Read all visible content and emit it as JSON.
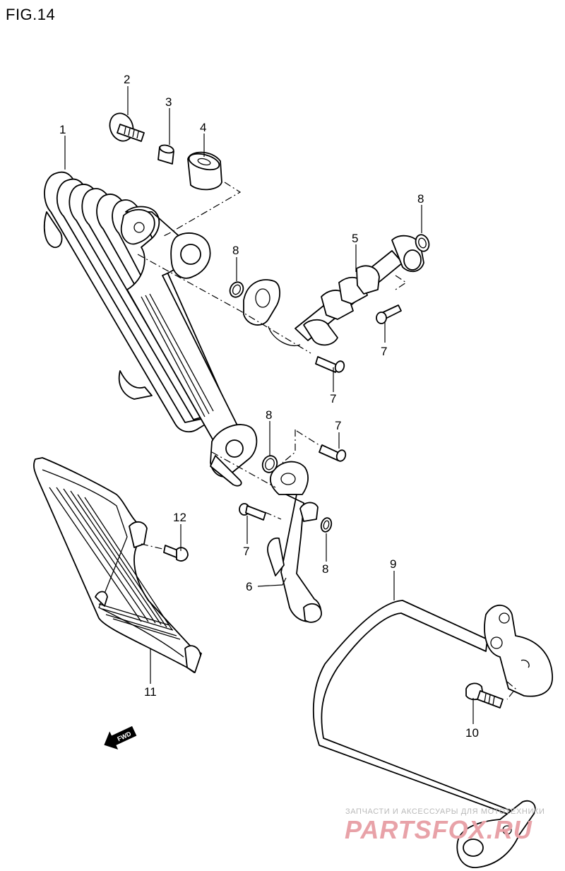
{
  "figure": {
    "title": "FIG.14"
  },
  "callouts": [
    {
      "key": "c1",
      "text": "1"
    },
    {
      "key": "c2",
      "text": "2"
    },
    {
      "key": "c3",
      "text": "3"
    },
    {
      "key": "c4",
      "text": "4"
    },
    {
      "key": "c5",
      "text": "5"
    },
    {
      "key": "c6",
      "text": "6"
    },
    {
      "key": "c7a",
      "text": "7"
    },
    {
      "key": "c7b",
      "text": "7"
    },
    {
      "key": "c7c",
      "text": "7"
    },
    {
      "key": "c7d",
      "text": "7"
    },
    {
      "key": "c8a",
      "text": "8"
    },
    {
      "key": "c8b",
      "text": "8"
    },
    {
      "key": "c8c",
      "text": "8"
    },
    {
      "key": "c8d",
      "text": "8"
    },
    {
      "key": "c9",
      "text": "9"
    },
    {
      "key": "c10",
      "text": "10"
    },
    {
      "key": "c11",
      "text": "11"
    },
    {
      "key": "c12",
      "text": "12"
    }
  ],
  "fwd_label": "FWD",
  "watermark": {
    "tagline": "ЗАПЧАСТИ И АКСЕССУАРЫ ДЛЯ МОТОТЕХНИКИ",
    "brand": "PARTSFOX.RU",
    "color": "#e8a2a8"
  }
}
